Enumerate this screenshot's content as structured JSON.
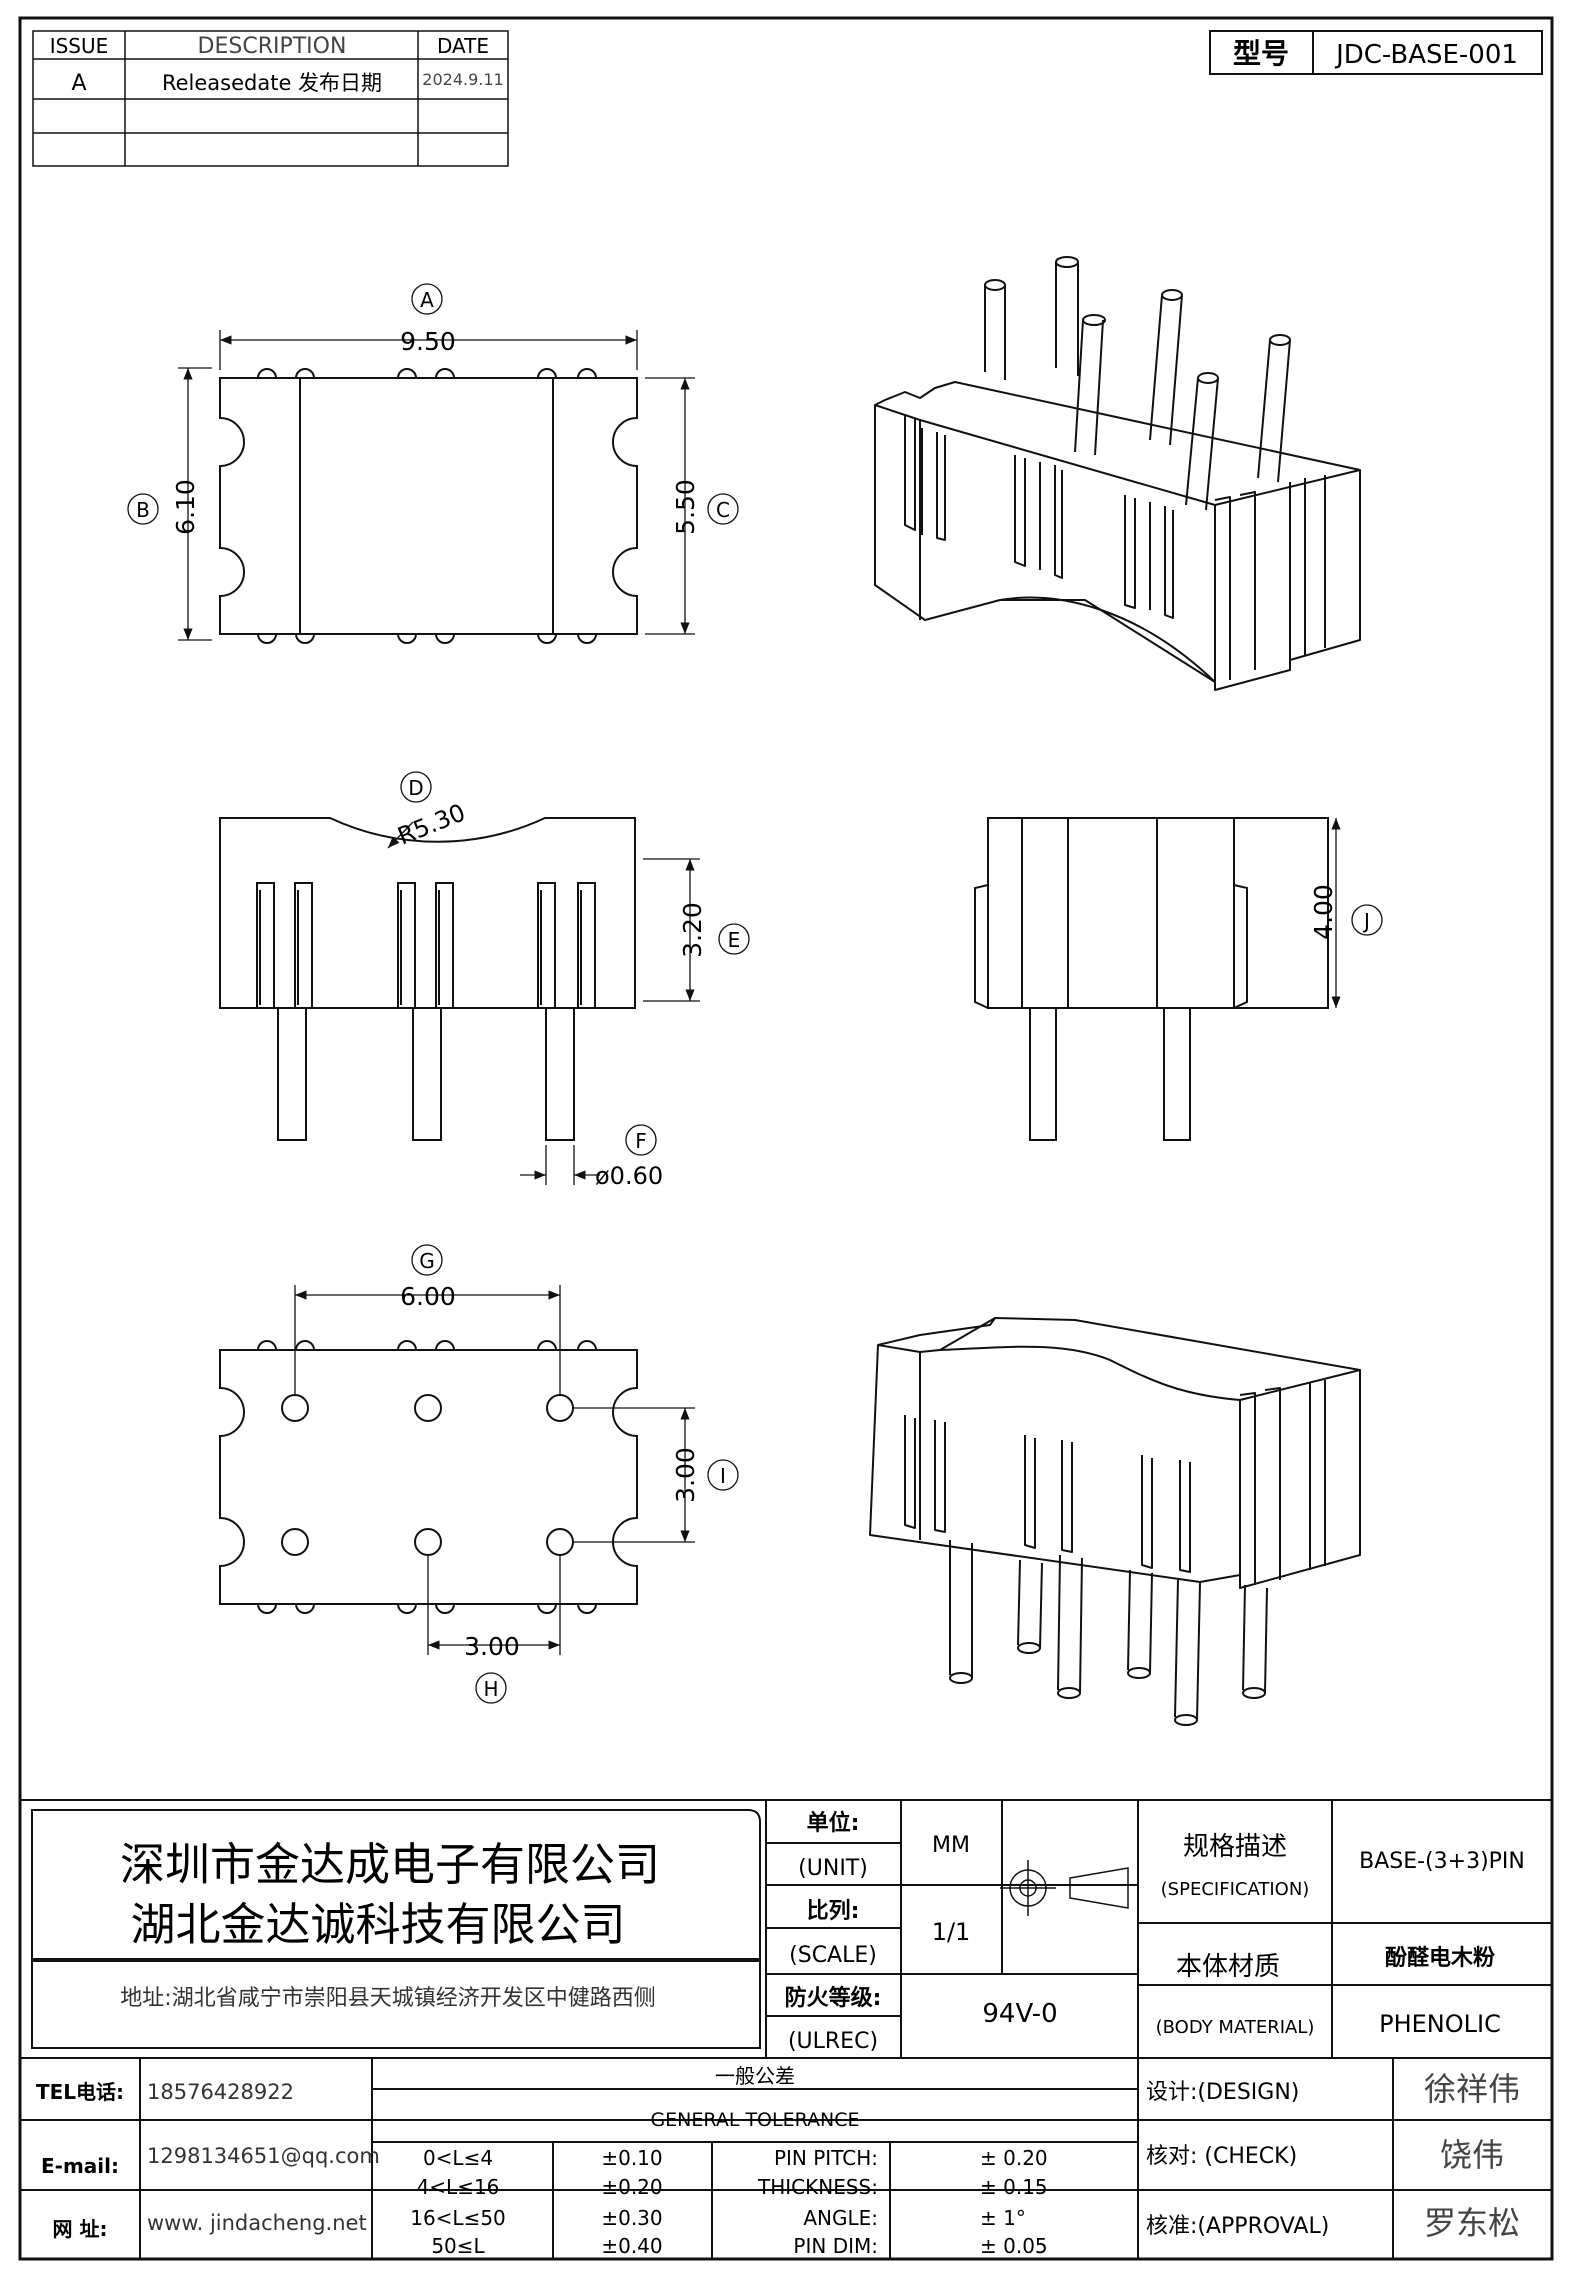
{
  "header": {
    "issue_label": "ISSUE",
    "description_label": "DESCRIPTION",
    "date_label": "DATE",
    "rows": [
      {
        "issue": "A",
        "description": "Releasedate 发布日期",
        "date": "2024.9.11"
      }
    ],
    "model_label": "型号",
    "model_value": "JDC-BASE-001"
  },
  "views": {
    "top": {
      "A": "9.50",
      "B": "6.10",
      "C": "5.50",
      "label_A": "A",
      "label_B": "B",
      "label_C": "C"
    },
    "front": {
      "D": "R5.30",
      "E": "3.20",
      "F": "ø0.60",
      "label_D": "D",
      "label_E": "E",
      "label_F": "F"
    },
    "side": {
      "J": "4.00",
      "label_J": "J"
    },
    "bottom": {
      "G": "6.00",
      "I": "3.00",
      "H": "3.00",
      "label_G": "G",
      "label_I": "I",
      "label_H": "H"
    }
  },
  "title_block": {
    "company_1": "深圳市金达成电子有限公司",
    "company_2": "湖北金达诚科技有限公司",
    "address": "地址:湖北省咸宁市崇阳县天城镇经济开发区中健路西侧",
    "unit_cn": "单位:",
    "unit_en": "(UNIT)",
    "unit_value": "MM",
    "scale_cn": "比列:",
    "scale_en": "(SCALE)",
    "scale_value": "1/1",
    "fire_cn": "防火等级:",
    "fire_en": "(ULREC)",
    "fire_value": "94V-0",
    "spec_cn": "规格描述",
    "spec_en": "(SPECIFICATION)",
    "spec_value": "BASE-(3+3)PIN",
    "material_cn": "本体材质",
    "material_en": "(BODY MATERIAL)",
    "material_value_cn": "酚醛电木粉",
    "material_value_en": "PHENOLIC",
    "tel_label": "TEL电话:",
    "tel_value": "18576428922",
    "email_label": "E-mail:",
    "email_value": "1298134651@qq.com",
    "web_label": "网  址:",
    "web_value": "www. jindacheng.net",
    "tol_cn": "一般公差",
    "tol_en": "GENERAL TOLERANCE",
    "tol_rows": [
      {
        "range": "0<L≤4",
        "value": "±0.10",
        "item": "PIN PITCH:",
        "item_value": "±  0.20"
      },
      {
        "range": "4<L≤16",
        "value": "±0.20",
        "item": "THICKNESS:",
        "item_value": "±  0.15"
      },
      {
        "range": "16<L≤50",
        "value": "±0.30",
        "item": "ANGLE:",
        "item_value": "±  1°"
      },
      {
        "range": "50≤L",
        "value": "±0.40",
        "item": "PIN DIM:",
        "item_value": "±  0.05"
      }
    ],
    "design_label": "设计:(DESIGN)",
    "design_value": "徐祥伟",
    "check_label": "核对: (CHECK)",
    "check_value": "饶伟",
    "approval_label": "核准:(APPROVAL)",
    "approval_value": "罗东松"
  }
}
